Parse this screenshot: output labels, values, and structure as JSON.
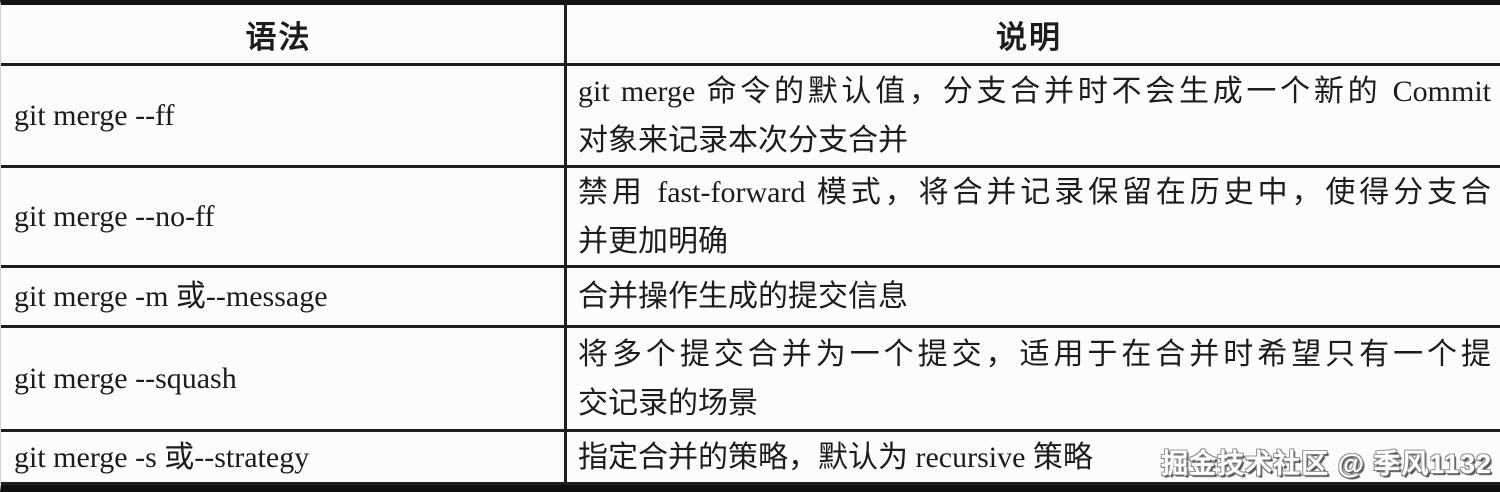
{
  "table": {
    "headers": [
      "语法",
      "说明"
    ],
    "rows": [
      {
        "syntax": "git merge --ff",
        "desc_lines": [
          "git merge 命令的默认值，分支合并时不会生成一个新的 Commit",
          "对象来记录本次分支合并"
        ]
      },
      {
        "syntax": "git merge --no-ff",
        "desc_lines": [
          "禁用 fast-forward 模式，将合并记录保留在历史中，使得分支合",
          "并更加明确"
        ]
      },
      {
        "syntax": "git merge -m 或--message",
        "desc_lines": [
          "合并操作生成的提交信息"
        ]
      },
      {
        "syntax": "git merge --squash",
        "desc_lines": [
          "将多个提交合并为一个提交，适用于在合并时希望只有一个提",
          "交记录的场景"
        ]
      },
      {
        "syntax": "git merge -s 或--strategy",
        "desc_lines": [
          "指定合并的策略，默认为 recursive 策略"
        ]
      }
    ]
  },
  "watermark": {
    "text": "掘金技术社区 @ 季风1132"
  },
  "colors": {
    "border": "#1e1e1e",
    "text": "#1c1c1c",
    "background": "#fcfcfc",
    "watermark_fill": "#ffffff",
    "watermark_outline": "#7d7d7d"
  }
}
